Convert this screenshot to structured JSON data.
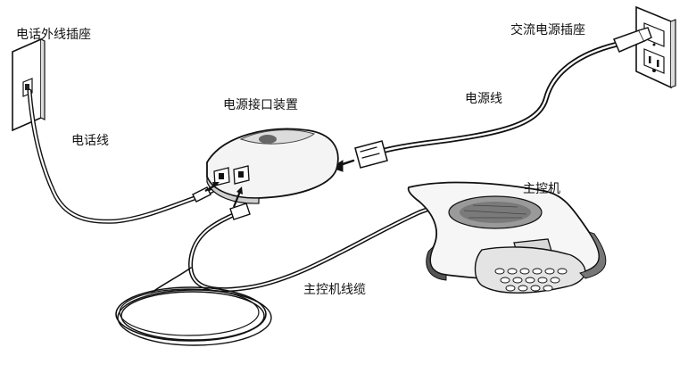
{
  "labels": {
    "wall_jack": "电话外线插座",
    "phone_line": "电话线",
    "interface_module": "电源接口装置",
    "ac_outlet": "交流电源插座",
    "power_cord": "电源线",
    "console": "主控机",
    "console_cable": "主控机线缆"
  }
}
